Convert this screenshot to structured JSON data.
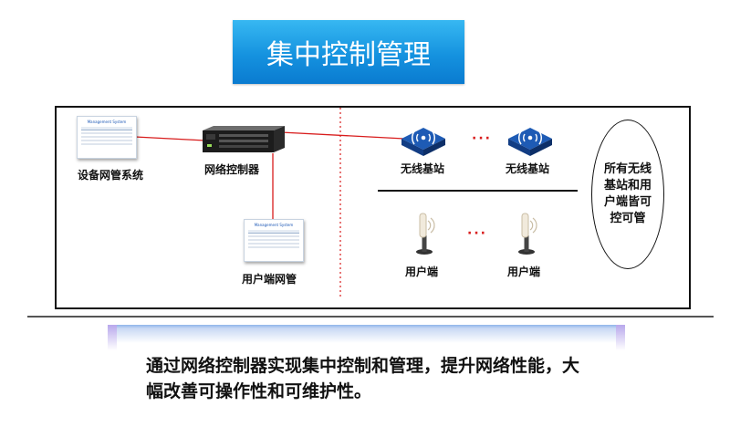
{
  "title": "集中控制管理",
  "nodes": {
    "device_mgmt": "设备网管系统",
    "controller": "网络控制器",
    "user_mgmt": "用户端网管",
    "base_station_1": "无线基站",
    "base_station_2": "无线基站",
    "user_terminal_1": "用户端",
    "user_terminal_2": "用户端"
  },
  "thumbnail": {
    "title": "Management System"
  },
  "ellipsis": "···",
  "oval_text": "所有无线基站和用户端皆可控可管",
  "summary": "通过网络控制器实现集中控制和管理，提升网络性能，大幅改善可操作性和可维护性。",
  "colors": {
    "banner": "#1592df",
    "link": "#d81c1c",
    "station": "#1e5bb5"
  }
}
